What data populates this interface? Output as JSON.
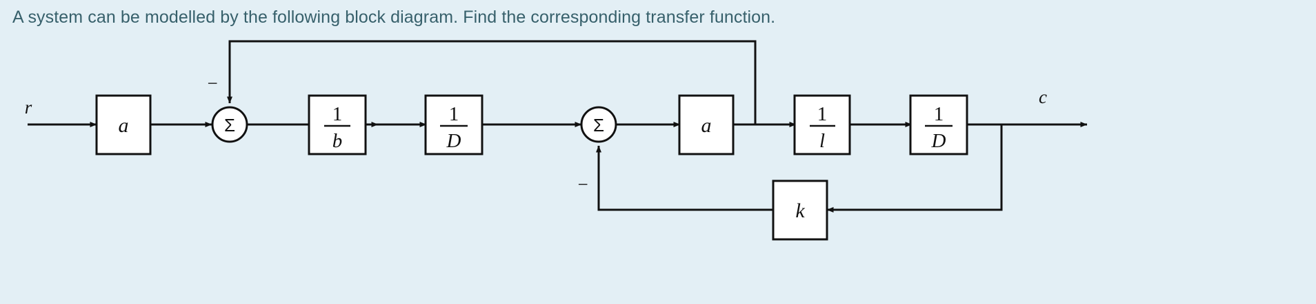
{
  "prompt": {
    "text": "A system can be modelled by the following block diagram. Find the corresponding transfer function."
  },
  "colors": {
    "background": "#e3eff5",
    "prompt_text": "#37606b",
    "line": "#111111",
    "block_fill": "#ffffff"
  },
  "diagram": {
    "type": "control-block-diagram",
    "input_label": "r",
    "output_label": "c",
    "blocks": [
      {
        "id": "gain-a-1",
        "label": "a",
        "kind": "gain"
      },
      {
        "id": "sum-1",
        "label": "Σ",
        "kind": "summing-junction"
      },
      {
        "id": "frac-1-b",
        "numerator": "1",
        "denominator": "b",
        "kind": "fraction"
      },
      {
        "id": "frac-1-D-1",
        "numerator": "1",
        "denominator": "D",
        "kind": "fraction"
      },
      {
        "id": "sum-2",
        "label": "Σ",
        "kind": "summing-junction"
      },
      {
        "id": "gain-a-2",
        "label": "a",
        "kind": "gain"
      },
      {
        "id": "frac-1-l",
        "numerator": "1",
        "denominator": "l",
        "kind": "fraction"
      },
      {
        "id": "frac-1-D-2",
        "numerator": "1",
        "denominator": "D",
        "kind": "fraction"
      },
      {
        "id": "gain-k",
        "label": "k",
        "kind": "gain"
      }
    ],
    "signs": [
      {
        "id": "sign-sum-1",
        "label": "−",
        "at": "sum-1"
      },
      {
        "id": "sign-sum-2",
        "label": "−",
        "at": "sum-2"
      }
    ],
    "feedback_paths": [
      {
        "id": "outer-feedback",
        "from": "gain-a-2 output",
        "to": "sum-1",
        "sign": "−"
      },
      {
        "id": "inner-feedback",
        "from": "output c",
        "through": "gain-k",
        "to": "sum-2",
        "sign": "−"
      }
    ]
  }
}
